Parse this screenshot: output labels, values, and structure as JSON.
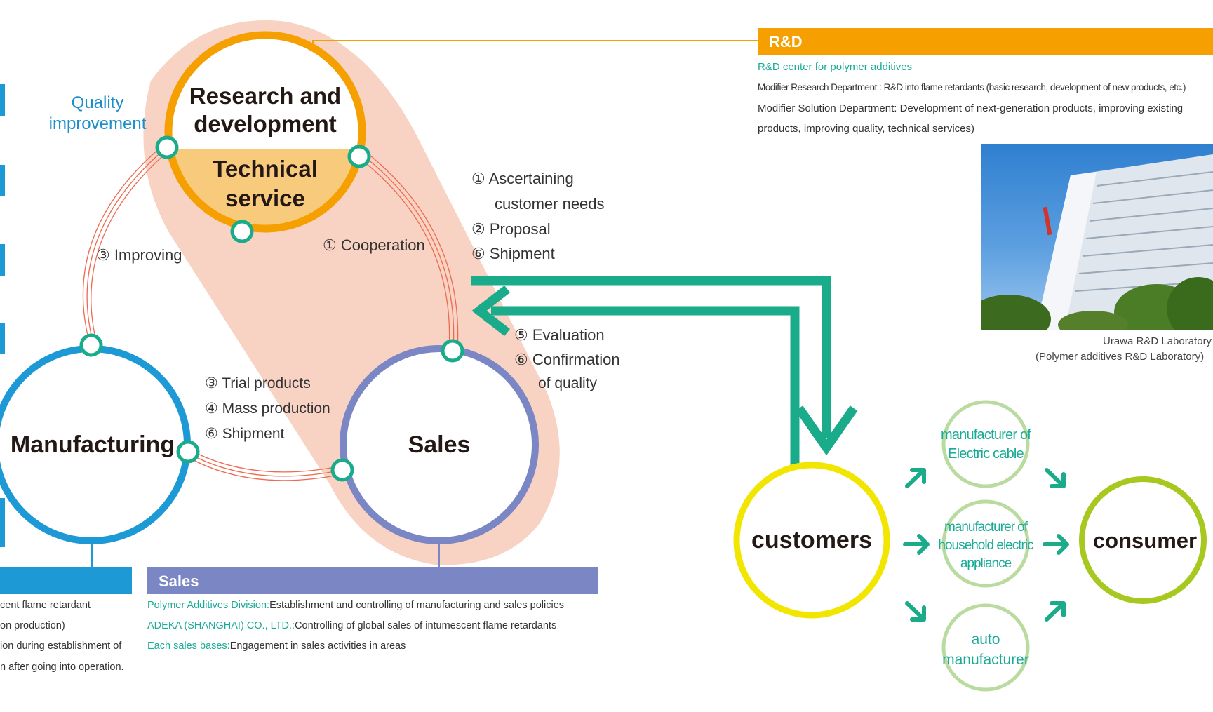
{
  "colors": {
    "orange": "#f5a000",
    "pink_blob": "#f8d2c2",
    "blue": "#1d9ad6",
    "purple": "#7b86c4",
    "green": "#1aab8a",
    "yellow": "#f2e600",
    "lime": "#a6c81f",
    "light_green": "#b9dba0",
    "teal_text": "#1aab96"
  },
  "cycle": {
    "rd_title_line1": "Research and",
    "rd_title_line2": "development",
    "tech_line1": "Technical",
    "tech_line2": "service",
    "manufacturing": "Manufacturing",
    "sales": "Sales",
    "quality_line1": "Quality",
    "quality_line2": "improvement",
    "improving": "③ Improving",
    "cooperation": "① Cooperation",
    "mfg_to_sales": [
      "③ Trial products",
      "④ Mass production",
      "⑥ Shipment"
    ],
    "sales_to_customers": [
      "① Ascertaining",
      "customer needs",
      "② Proposal",
      "⑥ Shipment"
    ],
    "customers_to_sales": [
      "⑤ Evaluation",
      "⑥ Confirmation",
      "of quality"
    ]
  },
  "rd_panel": {
    "header": "R&D",
    "subtitle": "R&D center for polymer additives",
    "line1": "Modifier Research Department : R&D into flame retardants (basic research, development of new products, etc.)",
    "line2": "Modifier Solution Department: Development of next-generation products, improving existing",
    "line3": "products, improving quality, technical services)",
    "photo_caption_line1": "Urawa R&D Laboratory",
    "photo_caption_line2": "(Polymer additives R&D Laboratory)"
  },
  "sales_panel": {
    "header": "Sales",
    "rows": [
      {
        "label": "Polymer Additives Division:",
        "text": "Establishment and controlling of manufacturing and sales policies"
      },
      {
        "label": "ADEKA (SHANGHAI) CO., LTD.:",
        "text": "Controlling of global sales of intumescent flame retardants"
      },
      {
        "label": "Each sales bases:",
        "text": "Engagement in sales activities in areas"
      }
    ]
  },
  "mfg_panel": {
    "lines": [
      "cent flame retardant",
      "on production)",
      "ion during establishment of",
      "n after going into operation."
    ]
  },
  "customers": {
    "customers": "customers",
    "consumer": "consumer",
    "cable_line1": "manufacturer of",
    "cable_line2": "Electric cable",
    "appliance_line1": "manufacturer of",
    "appliance_line2": "household electric",
    "appliance_line3": "appliance",
    "auto_line1": "auto",
    "auto_line2": "manufacturer"
  }
}
